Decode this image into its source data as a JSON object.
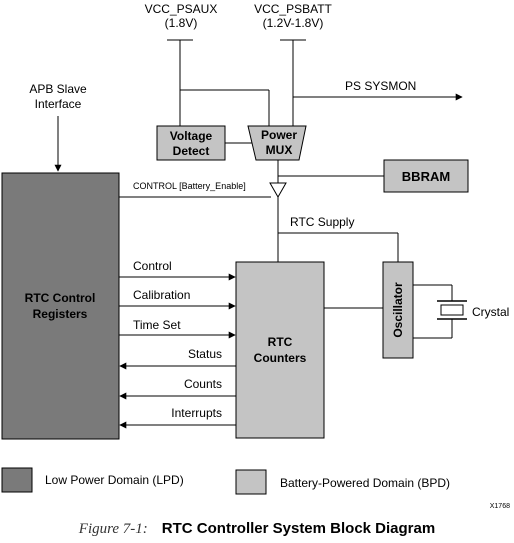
{
  "labels": {
    "vcc_psaux": "VCC_PSAUX",
    "vcc_psaux_volt": "(1.8V)",
    "vcc_psbatt": "VCC_PSBATT",
    "vcc_psbatt_volt": "(1.2V-1.8V)",
    "ps_sysmon": "PS SYSMON",
    "apb_line1": "APB Slave",
    "apb_line2": "Interface",
    "voltage_detect_line1": "Voltage",
    "voltage_detect_line2": "Detect",
    "power_mux_line1": "Power",
    "power_mux_line2": "MUX",
    "bbram": "BBRAM",
    "control_battery_enable": "CONTROL [Battery_Enable]",
    "rtc_supply": "RTC Supply",
    "rtc_control_line1": "RTC Control",
    "rtc_control_line2": "Registers",
    "rtc_counters_line1": "RTC",
    "rtc_counters_line2": "Counters",
    "oscillator": "Oscillator",
    "crystal": "Crystal",
    "sig_control": "Control",
    "sig_calibration": "Calibration",
    "sig_time_set": "Time Set",
    "sig_status": "Status",
    "sig_counts": "Counts",
    "sig_interrupts": "Interrupts",
    "legend_lpd": "Low Power Domain (LPD)",
    "legend_bpd": "Battery-Powered Domain (BPD)",
    "figure_code": "X1768",
    "figure_number": "Figure 7-1:",
    "figure_title": "RTC Controller System Block Diagram"
  },
  "colors": {
    "lpd_fill": "#7a7a7a",
    "bpd_fill": "#c4c4c4",
    "line": "#000000"
  }
}
